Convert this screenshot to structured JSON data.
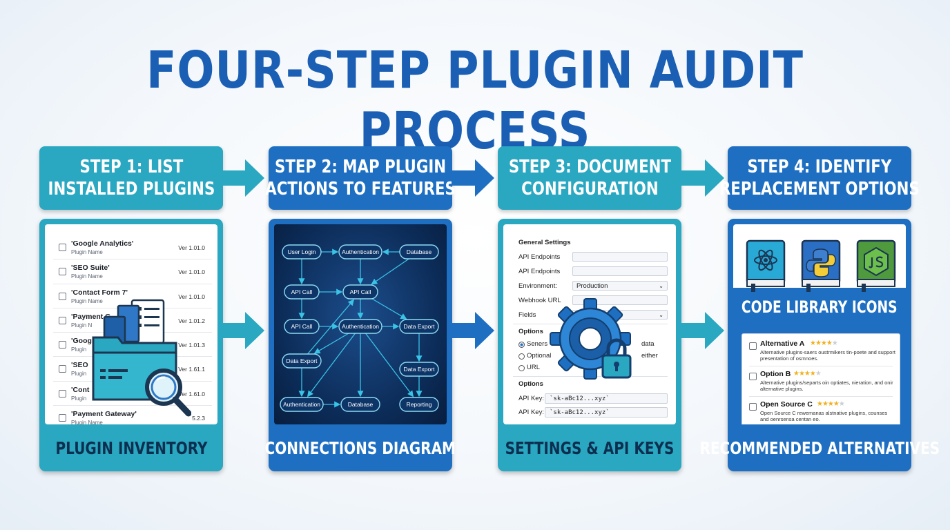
{
  "title": "FOUR-STEP PLUGIN AUDIT PROCESS",
  "colors": {
    "title": "#1a5fb4",
    "teal": "#2aa7c1",
    "blue": "#1e6fc2",
    "diagram_bg": "#0b2a55",
    "diagram_line": "#39c3e6"
  },
  "steps": [
    {
      "heading_line1": "STEP 1: LIST",
      "heading_line2": "INSTALLED PLUGINS",
      "footer": "PLUGIN INVENTORY"
    },
    {
      "heading_line1": "STEP 2: MAP PLUGIN",
      "heading_line2": "ACTIONS TO FEATURES",
      "footer": "CONNECTIONS DIAGRAM"
    },
    {
      "heading_line1": "STEP 3: DOCUMENT",
      "heading_line2": "CONFIGURATION",
      "footer": "SETTINGS & API KEYS"
    },
    {
      "heading_line1": "STEP 4: IDENTIFY",
      "heading_line2": "REPLACEMENT OPTIONS",
      "footer": "RECOMMENDED ALTERNATIVES"
    }
  ],
  "plugins": [
    {
      "name": "'Google Analytics'",
      "sub": "Plugin Name",
      "ver": "Ver 1.01.0"
    },
    {
      "name": "'SEO Suite'",
      "sub": "Plugin Name",
      "ver": "Ver 1.01.0"
    },
    {
      "name": "'Contact Form 7'",
      "sub": "Plugin Name",
      "ver": "Ver 1.01.0"
    },
    {
      "name": "'Payment G",
      "sub": "Plugin N",
      "ver": "Ver 1.01.2"
    },
    {
      "name": "'Goog",
      "sub": "Plugin",
      "ver": "Ver 1.01.3"
    },
    {
      "name": "'SEO",
      "sub": "Plugin",
      "ver": "Ver 1.61.1"
    },
    {
      "name": "'Cont",
      "sub": "Plugin",
      "ver": "Ver 1.61.0"
    },
    {
      "name": "'Payment Gateway'",
      "sub": "Plugin Name",
      "ver": "5.2.3"
    }
  ],
  "diagram_nodes": [
    "User Login",
    "Authentication",
    "Database",
    "API Call",
    "API Call",
    "API Call",
    "Authentication",
    "Data Export",
    "Data Export",
    "Data Export",
    "Authentication",
    "Database",
    "Reporting"
  ],
  "config": {
    "general_heading": "General Settings",
    "fields": [
      {
        "label": "API Endpoints",
        "value": ""
      },
      {
        "label": "API Endpoints",
        "value": ""
      },
      {
        "label": "Environment:",
        "value": "Production"
      },
      {
        "label": "Webhook URL",
        "value": ""
      },
      {
        "label": "Fields",
        "value": ""
      }
    ],
    "options_heading": "Options",
    "radios": [
      {
        "label": "Seners",
        "right": "data"
      },
      {
        "label": "Optional",
        "right": "either"
      },
      {
        "label": "URL",
        "right": ""
      }
    ],
    "options_heading2": "Options",
    "keys": [
      {
        "label": "API Key:",
        "value": "`sk-aBc12...xyz`"
      },
      {
        "label": "API Key:",
        "value": "`sk-aBc12...xyz`"
      }
    ]
  },
  "libraries": {
    "label": "CODE LIBRARY ICONS",
    "icons": [
      "react-icon",
      "python-icon",
      "nodejs-icon"
    ]
  },
  "alternatives": [
    {
      "name": "Alternative A",
      "rating": 4,
      "desc": "Alternative plugins-saers oustrmikers tin-poete and support presentation of osmnoes."
    },
    {
      "name": "Option B",
      "rating": 4,
      "desc": "Alternative plugins/separts oin optiates, nieration, and onir alternative plugins."
    },
    {
      "name": "Open Source C",
      "rating": 4,
      "desc": "Open Source C rewemanas alstnative plugins, counses and oenrsensa centan eo."
    }
  ]
}
